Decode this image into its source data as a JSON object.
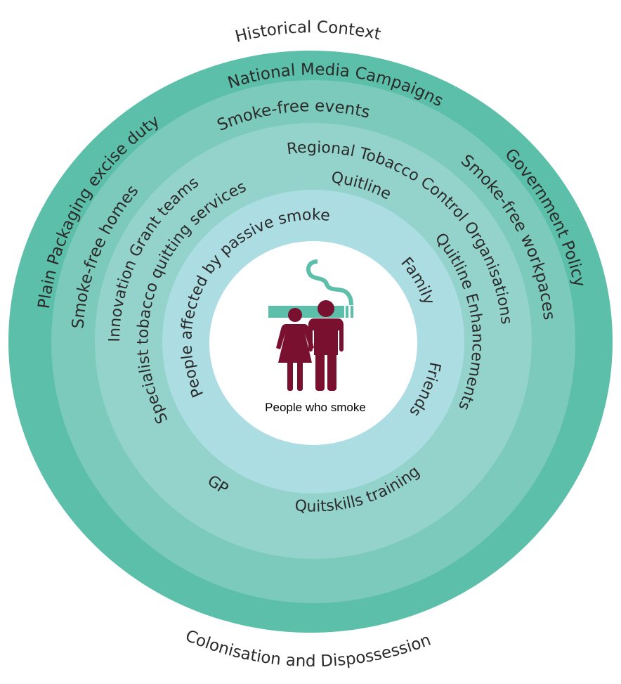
{
  "colors": {
    "ring_outer": "#5bbfa9",
    "ring_2": "#7ccabb",
    "ring_3": "#94d3cc",
    "ring_4": "#acdde3",
    "center": "#ffffff",
    "figures": "#7a1030",
    "cigarette": "#5bbfa9",
    "text": "#2b2b2b"
  },
  "outside": {
    "top": "Historical Context",
    "bottom": "Colonisation and Dispossession"
  },
  "ring_outer": {
    "labels": [
      "Plain Packaging excise duty",
      "National Media Campaigns",
      "Government Policy"
    ]
  },
  "ring_2": {
    "labels": [
      "Smoke-free homes",
      "Smoke-free events",
      "Smoke-free workpaces"
    ]
  },
  "ring_3": {
    "labels": [
      "Innovation Grant teams",
      "Specialist tobacco quitting services",
      "Regional Tobacco Control Organisations",
      "Quitline",
      "Quitline Enhancements",
      "GP",
      "Quitskills training"
    ]
  },
  "ring_4": {
    "labels": [
      "People affected by passive smoke",
      "Family",
      "Friends"
    ]
  },
  "center": {
    "label": "People who smoke",
    "icon": "people-smoking-icon"
  }
}
